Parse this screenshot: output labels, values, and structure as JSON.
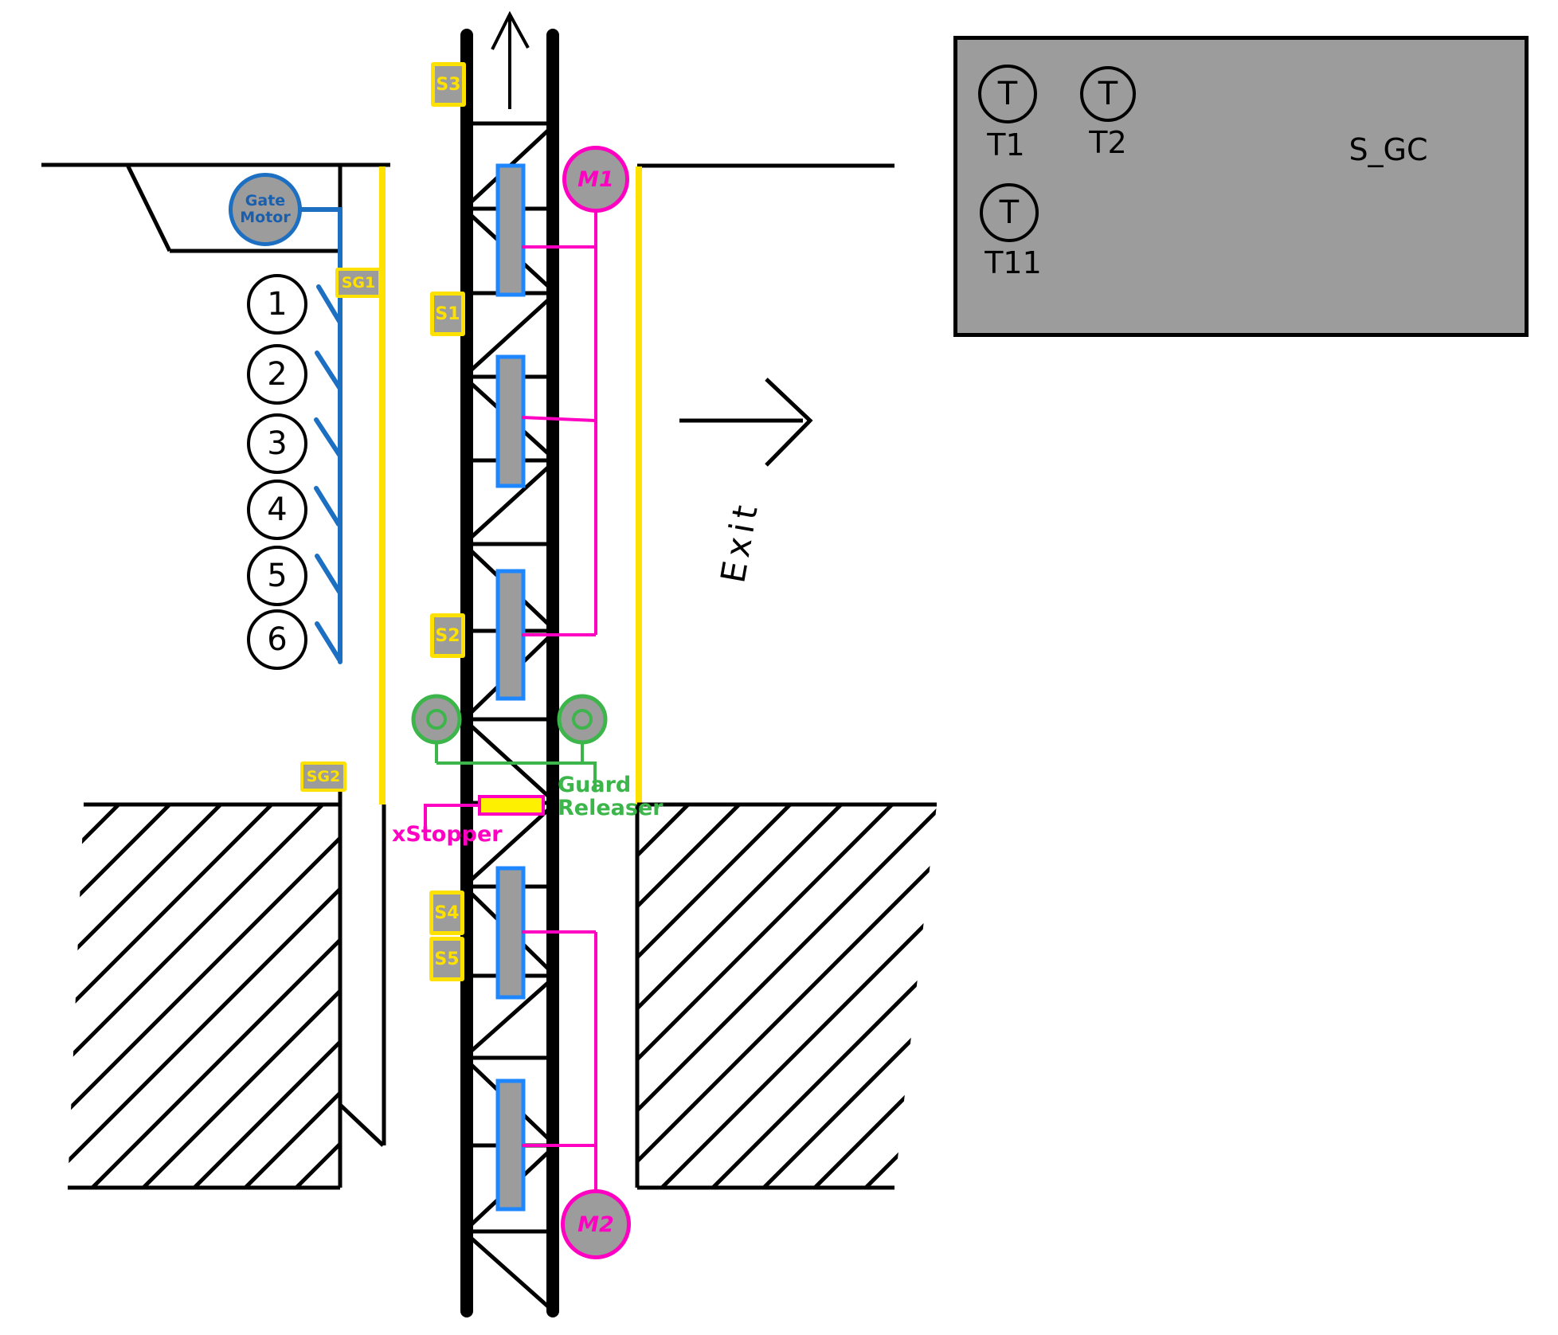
{
  "colors": {
    "accent_yellow": "#ffe100",
    "stopper_fill": "#fdf000",
    "magenta": "#ff00c3",
    "line_blue": "#1d6fc2",
    "pallet_blue": "#1e86ff",
    "green": "#3cb54a",
    "gray_fill": "#9c9c9c",
    "black": "#000000"
  },
  "stations": {
    "n1": "1",
    "n2": "2",
    "n3": "3",
    "n4": "4",
    "n5": "5",
    "n6": "6"
  },
  "sensors": {
    "s3": "S3",
    "s1": "S1",
    "s2": "S2",
    "s4": "S4",
    "s5": "S5",
    "sg1": "SG1",
    "sg2": "SG2"
  },
  "motors": {
    "gate": "Gate Motor",
    "m1": "M1",
    "m2": "M2"
  },
  "annotations": {
    "x_stopper": "xStopper",
    "guard_releaser": "Guard Releaser",
    "exit": "Exit"
  },
  "legend": {
    "motor_glyph": "T",
    "items": [
      {
        "symbol": "motor-circle",
        "label": "T1"
      },
      {
        "symbol": "motor-circle",
        "label": "T2"
      },
      {
        "symbol": "crossed-circle",
        "label": "S_GC"
      },
      {
        "symbol": "motor-circle",
        "label": "T11"
      }
    ]
  }
}
